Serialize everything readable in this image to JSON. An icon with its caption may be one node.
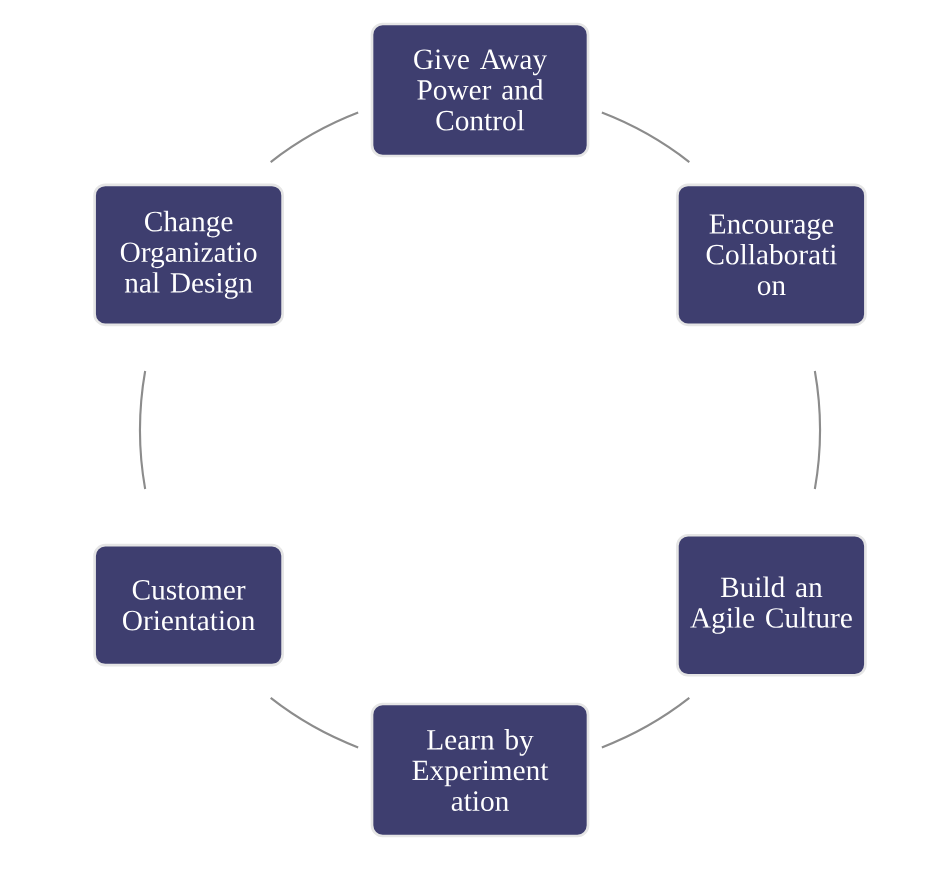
{
  "diagram": {
    "nodes": [
      {
        "text": [
          "Give Away Power and Control"
        ]
      },
      {
        "text": [
          "Encourage Collaborati on"
        ]
      },
      {
        "text": [
          "Build an Agile Culture"
        ]
      },
      {
        "text": [
          "Learn by Experiment ation"
        ]
      },
      {
        "text": [
          "Customer Orientation"
        ]
      },
      {
        "text": [
          "Change Organizatio nal Design"
        ]
      }
    ],
    "edges": [
      {
        "from": 0,
        "to": 1,
        "arrow": "none"
      },
      {
        "from": 1,
        "to": 2,
        "arrow": "none"
      },
      {
        "from": 2,
        "to": 3,
        "arrow": "none"
      },
      {
        "from": 3,
        "to": 4,
        "arrow": "none"
      },
      {
        "from": 4,
        "to": 5,
        "arrow": "none"
      },
      {
        "from": 5,
        "to": 0,
        "arrow": "none"
      }
    ]
  }
}
